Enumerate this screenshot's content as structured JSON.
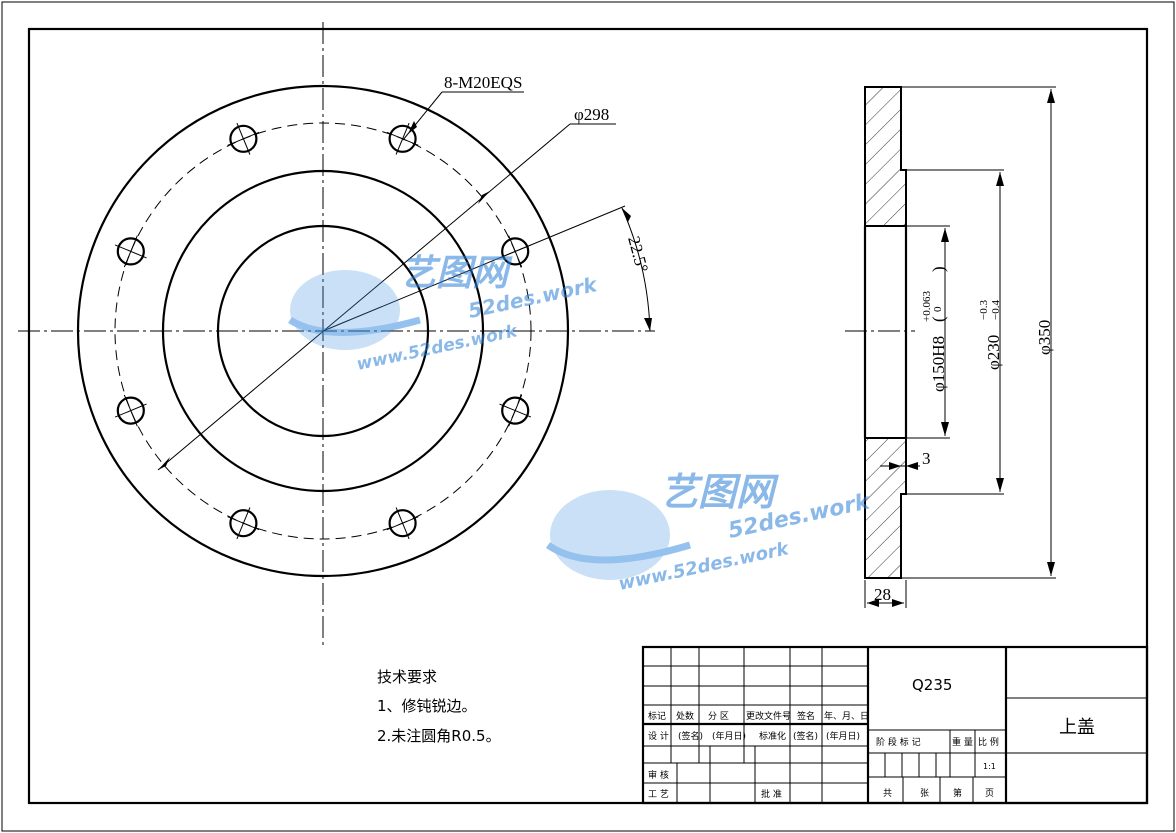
{
  "labels": {
    "thread": "8-M20EQS",
    "pcd": "φ298",
    "angle": "22.5°",
    "bore": "φ150H8",
    "bore_tol_upper": "+0.063",
    "bore_tol_lower": "0",
    "spigot": "φ230",
    "spigot_tol_upper": "−0.3",
    "spigot_tol_lower": "−0.4",
    "outer": "φ350",
    "step": "3",
    "thickness": "28"
  },
  "notes": {
    "title": "技术要求",
    "line1": "1、修钝锐边。",
    "line2": "2.未注圆角R0.5。"
  },
  "title_block": {
    "material": "Q235",
    "part_name": "上盖",
    "row_marks": [
      "标记",
      "处数",
      "分 区",
      "更改文件号",
      "签名",
      "年、月、日"
    ],
    "row_design": [
      "设 计",
      "(签名)",
      "(年月日)",
      "标准化",
      "(签名)",
      "(年月日)"
    ],
    "review": "审 核",
    "process": "工 艺",
    "approve": "批 准",
    "stage_headers": [
      "阶 段 标 记",
      "重 量",
      "比 例"
    ],
    "scale": "1:1",
    "sheet_info": [
      "共",
      "张",
      "第",
      "页"
    ]
  },
  "watermark": {
    "brand": "艺图网",
    "url_top": "52des.work",
    "url_bottom": "www.52des.work"
  }
}
